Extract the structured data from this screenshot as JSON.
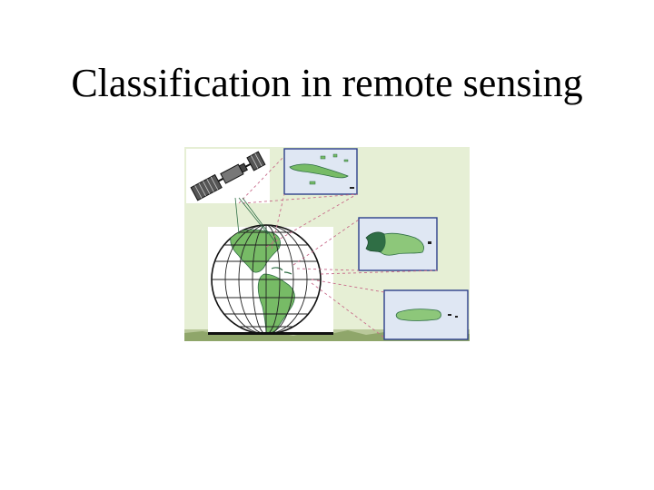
{
  "slide": {
    "title": "Classification in remote sensing"
  },
  "illustration": {
    "subject": "satellite observing the Americas with zoomed maps of Caribbean islands",
    "panels": [
      "satellite-icon",
      "globe-icon",
      "cuba-map",
      "hispaniola-map",
      "puerto-rico-map"
    ],
    "colors": {
      "background": "#e6efd5",
      "land": "#77bb66",
      "land_dark": "#2f6e45",
      "water": "#dfe7f3",
      "frame": "#2c3f8a",
      "dashed_line": "#c86a8a",
      "grid": "#222222"
    }
  }
}
